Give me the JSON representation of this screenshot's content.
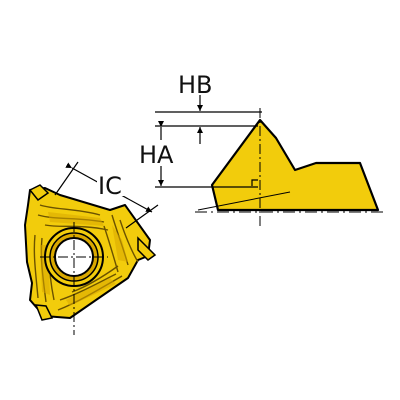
{
  "labels": {
    "ic": "IC",
    "ha": "HA",
    "hb": "HB"
  },
  "colors": {
    "insert_fill": "#f2cc0c",
    "insert_dark": "#c89a00",
    "outline": "#000000",
    "background": "#ffffff"
  },
  "icons": {
    "top_view": "threading-insert-top-view",
    "side_view": "threading-insert-profile-view",
    "center_hole": "screw-hole-icon"
  }
}
